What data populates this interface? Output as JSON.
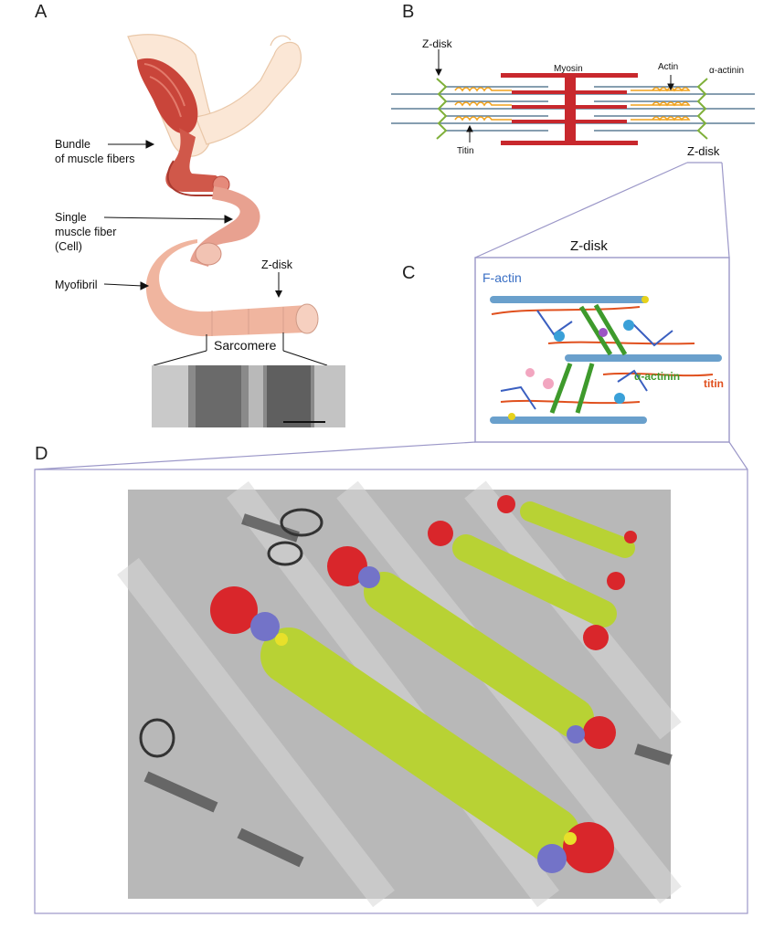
{
  "panels": {
    "a": {
      "letter": "A",
      "labels": {
        "bundle_line1": "Bundle",
        "bundle_line2": "of muscle fibers",
        "single_line1": "Single",
        "single_line2": "muscle fiber",
        "single_line3": "(Cell)",
        "myofibril": "Myofibril",
        "zdisk": "Z-disk",
        "sarcomere": "Sarcomere"
      }
    },
    "b": {
      "letter": "B",
      "labels": {
        "zdisk_top": "Z-disk",
        "myosin": "Myosin",
        "actin": "Actin",
        "alpha_actinin": "α-actinin",
        "titin": "Titin",
        "zdisk_bottom": "Z-disk"
      }
    },
    "c": {
      "letter": "C",
      "title": "Z-disk",
      "labels": {
        "factin": "F-actin",
        "alpha_actinin": "α-actinin",
        "titin": "titin"
      }
    },
    "d": {
      "letter": "D"
    }
  },
  "colors": {
    "myosin": "#c8282d",
    "actin": "#5f7f95",
    "titin": "#f2a21b",
    "zdisk_green": "#7fb03a",
    "factin_blue": "#3a6fc4",
    "alpha_actinin_green": "#3e9a2c",
    "titin_orange": "#e0501e",
    "model_green": "#b8d234",
    "model_red": "#d9262b",
    "model_blue": "#7373c8",
    "frame": "#9b97c8"
  }
}
